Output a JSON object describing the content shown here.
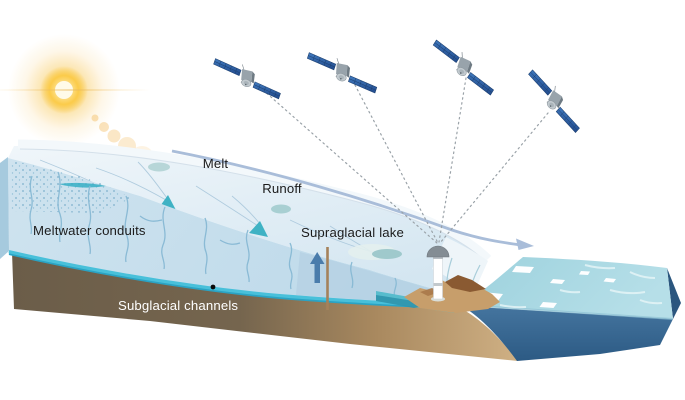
{
  "labels": {
    "melt": "Melt",
    "runoff": "Runoff",
    "meltwater_conduits": "Meltwater conduits",
    "supraglacial_lake": "Supraglacial lake",
    "subglacial_channels": "Subglacial channels"
  },
  "icons": {
    "sun": "sun-icon",
    "satellites": [
      "satellite-icon-1",
      "satellite-icon-2",
      "satellite-icon-3",
      "satellite-icon-4"
    ],
    "satellite_beams": "dotted measurement beams converging on station dome",
    "station": "gnss-station-icon",
    "flow_arrow": "ice-flow-arrow",
    "uplift_arrow": "uplift-arrow-icon",
    "moulins": [
      "moulin-icon-1",
      "moulin-icon-2"
    ],
    "subglacial_dot": "subglacial-channel-dot"
  },
  "colors": {
    "background": "#ffffff",
    "ice_top_surface": "#e7f1f7",
    "ice_cross_section": "#cde2ef",
    "ice_side_face": "#a6cade",
    "conduit_blue": "#87b9d4",
    "subglacial_teal": "#48c0da",
    "moulin_teal": "#3fb2c4",
    "bedrock_dark_brown": "#6b5d49",
    "bedrock_tan": "#cfb084",
    "ocean_surface": "#a5d6e0",
    "ocean_front_face": "#3c719c",
    "ocean_side_face": "#2b567e",
    "iceberg_white": "#fdfeff",
    "satellite_panel_blue": "#2b5d9e",
    "sun_yellow": "#f9c53e",
    "flow_arrow_blue": "#a9bdd9",
    "uplift_arrow_blue": "#4a7cab",
    "beam_gray": "#9aa2a8",
    "label_dark": "#1b1b1b",
    "label_light": "#ffffff"
  }
}
